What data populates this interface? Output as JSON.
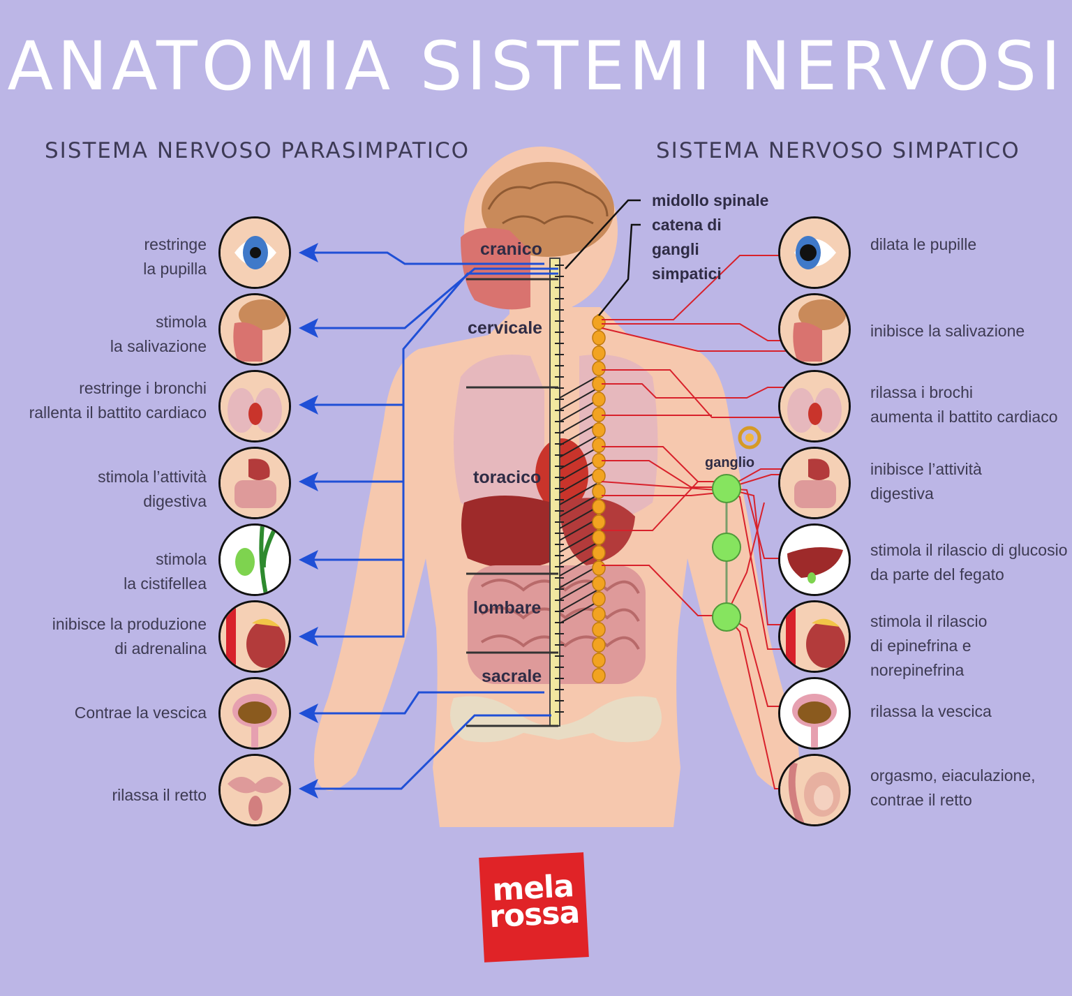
{
  "title": "ANATOMIA  SISTEMI NERVOSI",
  "headings": {
    "parasympathetic": "SISTEMA NERVOSO PARASIMPATICO",
    "sympathetic": "SISTEMA NERVOSO SIMPATICO"
  },
  "parasympathetic_effects": [
    {
      "text": "restringe\nla pupilla",
      "icon": "eye-icon"
    },
    {
      "text": "stimola\nla salivazione",
      "icon": "head-section-icon"
    },
    {
      "text": "restringe i bronchi\nrallenta il battito cardiaco",
      "icon": "lungs-heart-icon"
    },
    {
      "text": "stimola l’attività\ndigestiva",
      "icon": "digestive-tract-icon"
    },
    {
      "text": "stimola\nla cistifellea",
      "icon": "gallbladder-icon"
    },
    {
      "text": "inibisce la produzione\ndi adrenalina",
      "icon": "adrenal-kidney-icon"
    },
    {
      "text": "Contrae la vescica",
      "icon": "bladder-icon"
    },
    {
      "text": "rilassa il retto",
      "icon": "intestine-rectum-icon"
    }
  ],
  "sympathetic_effects": [
    {
      "text": "dilata le pupille",
      "icon": "eye-icon"
    },
    {
      "text": "inibisce la salivazione",
      "icon": "head-section-icon"
    },
    {
      "text": "rilassa i brochi\naumenta il battito cardiaco",
      "icon": "lungs-heart-icon"
    },
    {
      "text": "inibisce l’attività\ndigestiva",
      "icon": "digestive-tract-icon"
    },
    {
      "text": "stimola il rilascio di glucosio\nda parte del fegato",
      "icon": "liver-icon"
    },
    {
      "text": "stimola il rilascio\ndi epinefrina e norepinefrina",
      "icon": "adrenal-kidney-icon"
    },
    {
      "text": "rilassa la vescica",
      "icon": "bladder-icon"
    },
    {
      "text": "orgasmo, eiaculazione,\ncontrae il retto",
      "icon": "reproductive-icon"
    }
  ],
  "spinal_regions": [
    "cranico",
    "cervicale",
    "toracico",
    "lombare",
    "sacrale"
  ],
  "annotations": {
    "spinal_cord": "midollo spinale",
    "chain": "catena di\ngangli\nsimpatici",
    "ganglion": "ganglio"
  },
  "logo": {
    "line1": "mela",
    "line2": "rossa"
  },
  "colors": {
    "background": "#bcb6e6",
    "parasympathetic_arrow": "#1f4fd6",
    "sympathetic_line": "#d8212b",
    "ganglion": "#7fe35a",
    "chain_bead": "#f2a321",
    "logo": "#e02327"
  }
}
